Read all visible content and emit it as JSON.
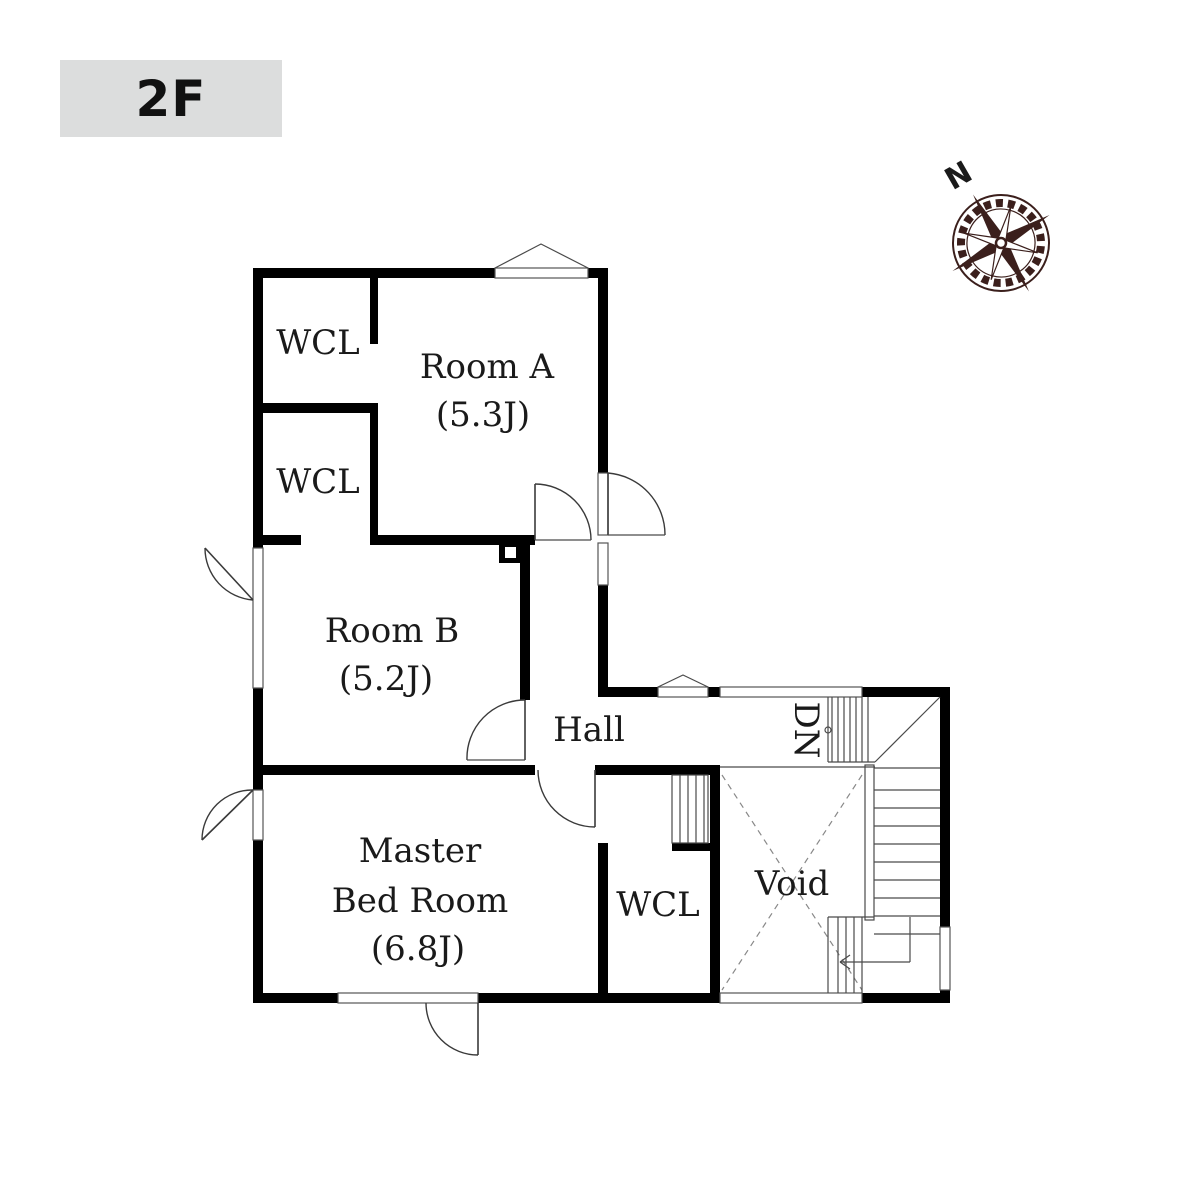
{
  "floor": {
    "label": "2F"
  },
  "compass": {
    "label": "N"
  },
  "rooms": {
    "wcl_top": "WCL",
    "room_a": {
      "name": "Room A",
      "size": "(5.3J)"
    },
    "wcl_mid": "WCL",
    "room_b": {
      "name": "Room B",
      "size": "(5.2J)"
    },
    "hall": "Hall",
    "stairs_dn": "DN",
    "master": {
      "line1": "Master",
      "line2": "Bed Room",
      "size": "(6.8J)"
    },
    "wcl_bottom": "WCL",
    "void": "Void"
  },
  "colors": {
    "wall": "#000000",
    "badge": "#dcdddd",
    "compass": "#3b1f1c"
  }
}
